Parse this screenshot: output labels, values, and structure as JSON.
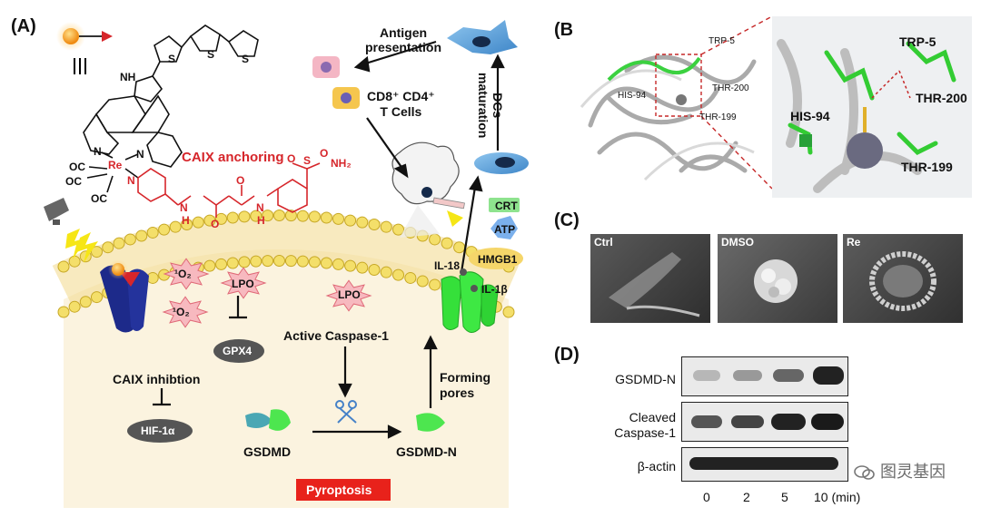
{
  "panels": {
    "a": "(A)",
    "b": "(B)",
    "c": "(C)",
    "d": "(D)"
  },
  "panelA": {
    "antigen_presentation": [
      "Antigen",
      "presentation"
    ],
    "dcs_maturation": [
      "DCs",
      "maturation"
    ],
    "t_cells": [
      "CD8⁺ CD4⁺",
      "T Cells"
    ],
    "caix_anchoring": "CAIX anchoring",
    "atoms": {
      "re": "Re",
      "co": "OC",
      "n": "N",
      "s": "S",
      "nh": "NH",
      "h": "H",
      "o": "O",
      "nh2": "NH₂"
    },
    "crt": "CRT",
    "atp": "ATP",
    "hmgb1": "HMGB1",
    "il18": "IL-18",
    "il1b": "IL-1β",
    "o2a": "¹O₂",
    "o2b": "¹O₂",
    "lpo1": "LPO",
    "lpo2": "LPO",
    "gpx4": "GPX4",
    "active_caspase": "Active Caspase-1",
    "forming_pores": [
      "Forming",
      "pores"
    ],
    "caix_inhibition": "CAIX inhibtion",
    "hif": "HIF-1α",
    "gsdmd": "GSDMD",
    "gsdmdn": "GSDMD-N",
    "pyroptosis": "Pyroptosis"
  },
  "panelB": {
    "trp_small": "TRP-5",
    "his_small": "HIS-94",
    "thr200_small": "THR-200",
    "thr199_small": "THR-199",
    "trp": "TRP-5",
    "his": "HIS-94",
    "thr200": "THR-200",
    "thr199": "THR-199"
  },
  "panelC": {
    "images": [
      "Ctrl",
      "DMSO",
      "Re"
    ]
  },
  "panelD": {
    "rows": [
      [
        "GSDMD-N"
      ],
      [
        "Cleaved",
        "Caspase-1"
      ],
      [
        "β-actin"
      ]
    ],
    "ticks": [
      "0",
      "2",
      "5",
      "10 (min)"
    ]
  },
  "watermark": "图灵基因",
  "colors": {
    "membrane": "#f0d27a",
    "cytoplasm": "#fbf3df",
    "accent_red": "#d6262b",
    "green": "#33dd33",
    "pyroptosis_bg": "#e8221b"
  }
}
